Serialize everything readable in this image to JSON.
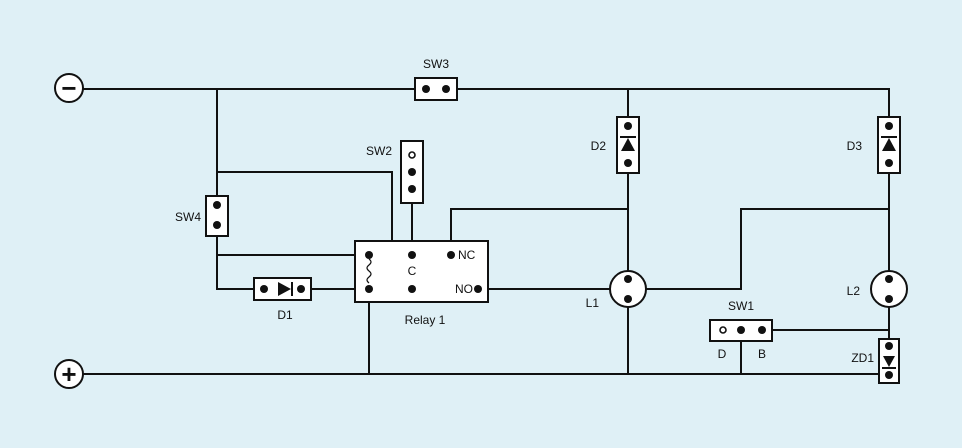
{
  "terminals": {
    "negative_symbol": "−",
    "positive_symbol": "+"
  },
  "labels": {
    "sw1": "SW1",
    "sw2": "SW2",
    "sw3": "SW3",
    "sw4": "SW4",
    "d1": "D1",
    "d2": "D2",
    "d3": "D3",
    "zd1": "ZD1",
    "l1": "L1",
    "l2": "L2",
    "relay": "Relay 1",
    "relay_c": "C",
    "relay_nc": "NC",
    "relay_no": "NO",
    "sw1_d": "D",
    "sw1_b": "B"
  }
}
